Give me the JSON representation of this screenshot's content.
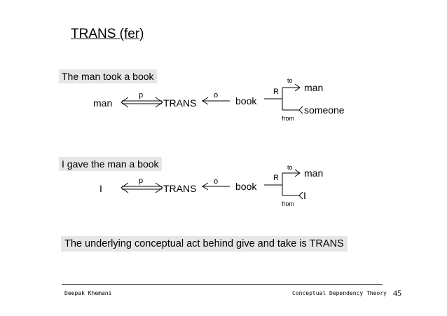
{
  "slide": {
    "title": "TRANS (fer)",
    "page_number": "45"
  },
  "diagrams": [
    {
      "caption": "The man took a book",
      "actor": "man",
      "p_label": "p",
      "act": "TRANS",
      "o_label": "o",
      "object": "book",
      "r_label": "R",
      "to_label": "to",
      "recipient": "man",
      "from_label": "from",
      "donor": "someone"
    },
    {
      "caption": "I gave the man a book",
      "actor": "I",
      "p_label": "p",
      "act": "TRANS",
      "o_label": "o",
      "object": "book",
      "r_label": "R",
      "to_label": "to",
      "recipient": "man",
      "from_label": "from",
      "donor": "I"
    }
  ],
  "summary": "The underlying conceptual act behind give and take is TRANS",
  "footer": {
    "author": "Deepak Khemani",
    "course": "Conceptual Dependency Theory"
  }
}
